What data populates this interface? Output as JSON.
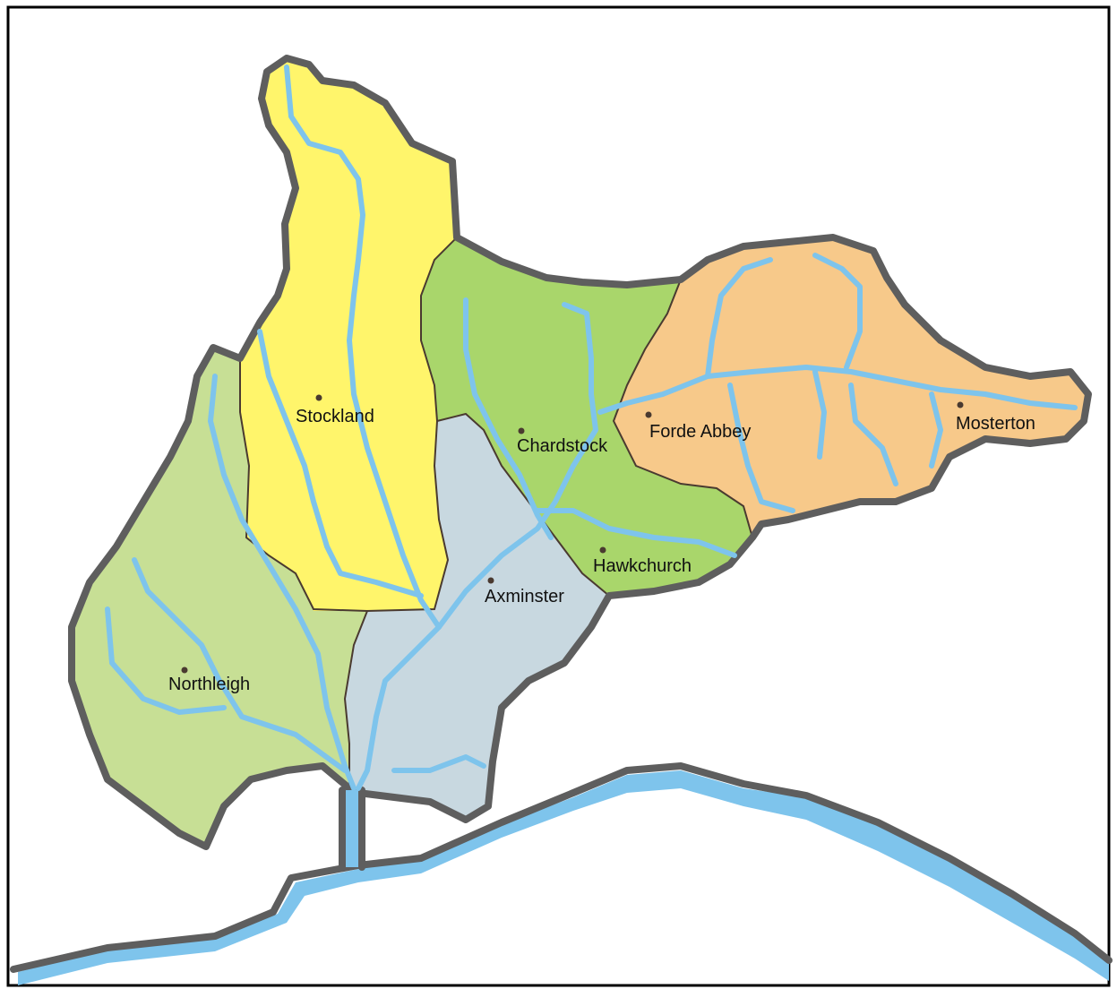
{
  "map": {
    "places": [
      {
        "id": "stockland",
        "label": "Stockland"
      },
      {
        "id": "chardstock",
        "label": "Chardstock"
      },
      {
        "id": "forde-abbey",
        "label": "Forde Abbey"
      },
      {
        "id": "mosterton",
        "label": "Mosterton"
      },
      {
        "id": "hawkchurch",
        "label": "Hawkchurch"
      },
      {
        "id": "axminster",
        "label": "Axminster"
      },
      {
        "id": "northleigh",
        "label": "Northleigh"
      }
    ],
    "colors": {
      "stockland": "#fff56b",
      "chardstock": "#a9d66b",
      "forde_abbey": "#f7c98a",
      "axminster": "#c8d8e0",
      "northleigh": "#c7df95",
      "boundary": "#5e5e5e",
      "river": "#7ec4ec",
      "frame": "#000000"
    }
  }
}
